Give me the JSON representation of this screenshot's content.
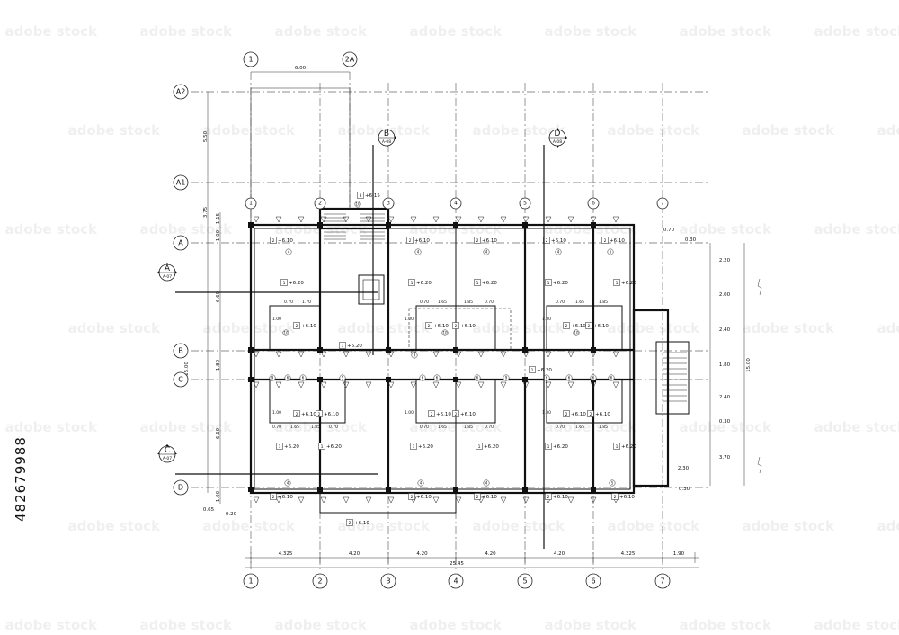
{
  "grid": {
    "columns": [
      {
        "id": "1",
        "label": "1"
      },
      {
        "id": "2",
        "label": "2"
      },
      {
        "id": "3",
        "label": "3"
      },
      {
        "id": "4",
        "label": "4"
      },
      {
        "id": "5",
        "label": "5"
      },
      {
        "id": "6",
        "label": "6"
      },
      {
        "id": "7",
        "label": "7"
      }
    ],
    "top_columns": [
      {
        "id": "1",
        "label": "1"
      },
      {
        "id": "2A",
        "label": "2A"
      }
    ],
    "rows": [
      {
        "id": "A2",
        "label": "A2"
      },
      {
        "id": "A1",
        "label": "A1"
      },
      {
        "id": "A",
        "label": "A"
      },
      {
        "id": "B",
        "label": "B"
      },
      {
        "id": "C",
        "label": "C"
      },
      {
        "id": "D",
        "label": "D"
      }
    ]
  },
  "dimensions": {
    "top": "6.00",
    "bottom_spans": [
      "4.325",
      "4.20",
      "4.20",
      "4.20",
      "4.20",
      "4.325",
      "1.90"
    ],
    "bottom_total": "25.45",
    "left_outer": [
      "5.50",
      "3.75",
      "15.00"
    ],
    "left_inner": [
      "1.15",
      "1.00",
      "6.60",
      "1.80",
      "6.60",
      "1.00"
    ],
    "left_bottom_a": "0.65",
    "left_bottom_b": "0.20",
    "right_inner": [
      "2.20",
      "2.00",
      "2.40",
      "1.80",
      "2.40",
      "0.30",
      "3.70"
    ],
    "right_total": "15.00",
    "right_small": [
      "0.70",
      "0.30",
      "2.30",
      "0.30"
    ],
    "fixture_dims": [
      "0.70",
      "1.70",
      "1.65",
      "1.85",
      "1.00"
    ]
  },
  "section_marks": [
    {
      "letter": "A",
      "sheet": "A-07"
    },
    {
      "letter": "B",
      "sheet": "A-08"
    },
    {
      "letter": "C",
      "sheet": "A-07"
    },
    {
      "letter": "D",
      "sheet": "A-08"
    }
  ],
  "level_tags": {
    "room": "+6.20",
    "wc": "+6.10",
    "corridor": "+6.20",
    "stair": "+6.15",
    "entry": "+6.10"
  },
  "tag_numbers": [
    "1",
    "2",
    "3"
  ],
  "door_numbers": [
    "4",
    "5",
    "6",
    "7",
    "8",
    "9",
    "10"
  ],
  "stock_id": "482679988",
  "watermark": "adobe stock"
}
